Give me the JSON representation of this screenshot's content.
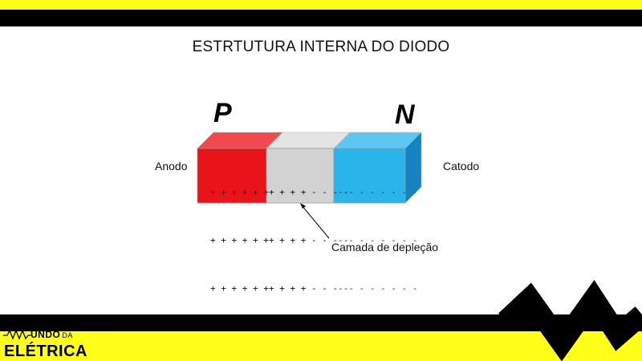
{
  "title": "ESTRTUTURA INTERNA DO DIODO",
  "diagram": {
    "p_label": "P",
    "n_label": "N",
    "anode_label": "Anodo",
    "cathode_label": "Catodo",
    "depletion_label": "Camada de depleção",
    "p_region_charges": [
      "+ + + + + +",
      "+ + + + + +",
      "+ + + + + +"
    ],
    "depletion_charges": [
      "+ + + + - - - -",
      "+ + + + - - - -",
      "+ + + + - - - -"
    ],
    "n_region_charges": [
      "- - - - - - - -",
      "- - - - - - - -",
      "- - - - - - - -"
    ],
    "colors": {
      "p_region": "#e8141a",
      "depletion": "#d2d2d2",
      "n_region": "#29b5ea",
      "brand_yellow": "#ffff1a"
    }
  },
  "logo": {
    "line1": "UNDO",
    "line1_small": "DA",
    "line2": "ELÉTRICA"
  }
}
